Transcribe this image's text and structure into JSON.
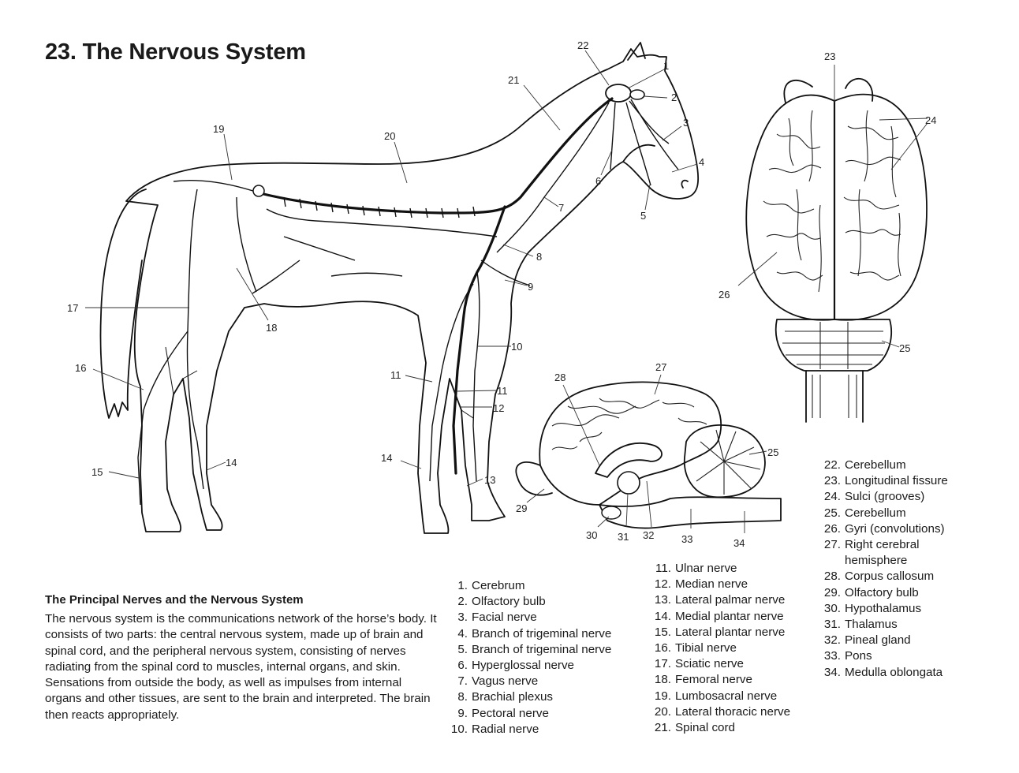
{
  "title": "23. The Nervous System",
  "intro": {
    "heading": "The Principal Nerves and the Nervous System",
    "text": "The nervous system is the communications network of the horse’s body. It consists of two parts: the central nervous system, made up of brain and spinal cord, and the peripheral nervous system, consisting of nerves radiating from the spinal cord to muscles, internal organs, and skin. Sensations from outside the body, as well as impulses from internal organs and other tissues, are sent to the brain and interpreted. The brain then reacts appropriately."
  },
  "legend": [
    {
      "num": "1.",
      "label": "Cerebrum"
    },
    {
      "num": "2.",
      "label": "Olfactory bulb"
    },
    {
      "num": "3.",
      "label": "Facial nerve"
    },
    {
      "num": "4.",
      "label": "Branch of trigeminal nerve"
    },
    {
      "num": "5.",
      "label": "Branch of trigeminal nerve"
    },
    {
      "num": "6.",
      "label": "Hyperglossal nerve"
    },
    {
      "num": "7.",
      "label": "Vagus nerve"
    },
    {
      "num": "8.",
      "label": "Brachial plexus"
    },
    {
      "num": "9.",
      "label": "Pectoral nerve"
    },
    {
      "num": "10.",
      "label": "Radial nerve"
    },
    {
      "num": "11.",
      "label": "Ulnar nerve"
    },
    {
      "num": "12.",
      "label": "Median nerve"
    },
    {
      "num": "13.",
      "label": "Lateral palmar nerve"
    },
    {
      "num": "14.",
      "label": "Medial plantar nerve"
    },
    {
      "num": "15.",
      "label": "Lateral plantar nerve"
    },
    {
      "num": "16.",
      "label": "Tibial nerve"
    },
    {
      "num": "17.",
      "label": "Sciatic nerve"
    },
    {
      "num": "18.",
      "label": "Femoral nerve"
    },
    {
      "num": "19.",
      "label": "Lumbosacral nerve"
    },
    {
      "num": "20.",
      "label": "Lateral thoracic nerve"
    },
    {
      "num": "21.",
      "label": "Spinal cord"
    },
    {
      "num": "22.",
      "label": "Cerebellum"
    },
    {
      "num": "23.",
      "label": "Longitudinal fissure"
    },
    {
      "num": "24.",
      "label": "Sulci (grooves)"
    },
    {
      "num": "25.",
      "label": "Cerebellum"
    },
    {
      "num": "26.",
      "label": "Gyri (convolutions)"
    },
    {
      "num": "27.",
      "label": "Right cerebral hemisphere"
    },
    {
      "num": "28.",
      "label": "Corpus callosum"
    },
    {
      "num": "29.",
      "label": "Olfactory bulb"
    },
    {
      "num": "30.",
      "label": "Hypothalamus"
    },
    {
      "num": "31.",
      "label": "Thalamus"
    },
    {
      "num": "32.",
      "label": "Pineal gland"
    },
    {
      "num": "33.",
      "label": "Pons"
    },
    {
      "num": "34.",
      "label": "Medulla oblongata"
    }
  ],
  "callouts": {
    "horse": [
      "22",
      "1",
      "21",
      "2",
      "3",
      "19",
      "20",
      "4",
      "6",
      "7",
      "5",
      "8",
      "9",
      "17",
      "18",
      "10",
      "16",
      "11",
      "11",
      "12",
      "14",
      "15",
      "14",
      "13"
    ],
    "brain_top": [
      "23",
      "24",
      "26",
      "25"
    ],
    "brain_side": [
      "27",
      "28",
      "25",
      "29",
      "30",
      "31",
      "32",
      "33",
      "34"
    ]
  }
}
